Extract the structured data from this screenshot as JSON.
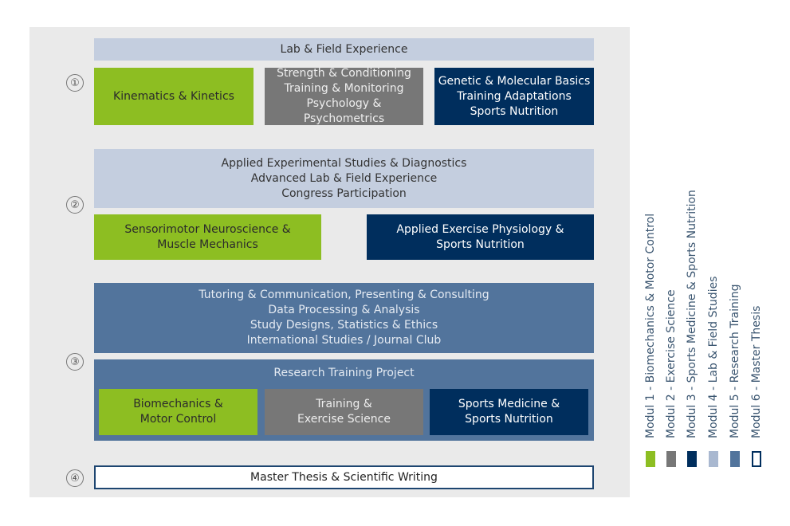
{
  "row1": {
    "number": "①",
    "header": "Lab & Field Experience",
    "boxes": [
      {
        "lines": [
          "Kinematics & Kinetics"
        ]
      },
      {
        "lines": [
          "Strength & Conditioning",
          "Training & Monitoring",
          "Psychology & Psychometrics"
        ]
      },
      {
        "lines": [
          "Genetic & Molecular Basics",
          "Training Adaptations",
          "Sports Nutrition"
        ]
      }
    ]
  },
  "row2": {
    "number": "②",
    "header": [
      "Applied Experimental Studies & Diagnostics",
      "Advanced Lab & Field Experience",
      "Congress Participation"
    ],
    "boxes": [
      {
        "lines": [
          "Sensorimotor Neuroscience &",
          "Muscle Mechanics"
        ]
      },
      {
        "lines": [
          "Applied Exercise Physiology &",
          "Sports Nutrition"
        ]
      }
    ]
  },
  "row3": {
    "number": "③",
    "header": [
      "Tutoring & Communication, Presenting & Consulting",
      "Data Processing & Analysis",
      "Study Designs, Statistics & Ethics",
      "International Studies / Journal Club"
    ],
    "project_title": "Research Training Project",
    "boxes": [
      {
        "lines": [
          "Biomechanics &",
          "Motor Control"
        ]
      },
      {
        "lines": [
          "Training &",
          "Exercise Science"
        ]
      },
      {
        "lines": [
          "Sports Medicine &",
          "Sports Nutrition"
        ]
      }
    ]
  },
  "row4": {
    "number": "④",
    "label": "Master Thesis & Scientific Writing"
  },
  "legend": [
    {
      "label": "Modul 1 - Biomechanics & Motor Control",
      "color": "#8dbe22"
    },
    {
      "label": "Modul 2 - Exercise Science",
      "color": "#777777"
    },
    {
      "label": "Modul 3 - Sports Medicine & Sports Nutrition",
      "color": "#002e5d"
    },
    {
      "label": "Modul 4 - Lab & Field Studies",
      "color": "#a9b8d0"
    },
    {
      "label": "Modul 5 - Research Training",
      "color": "#52749c"
    },
    {
      "label": "Modul 6 - Master Thesis",
      "color": "#ffffff"
    }
  ]
}
